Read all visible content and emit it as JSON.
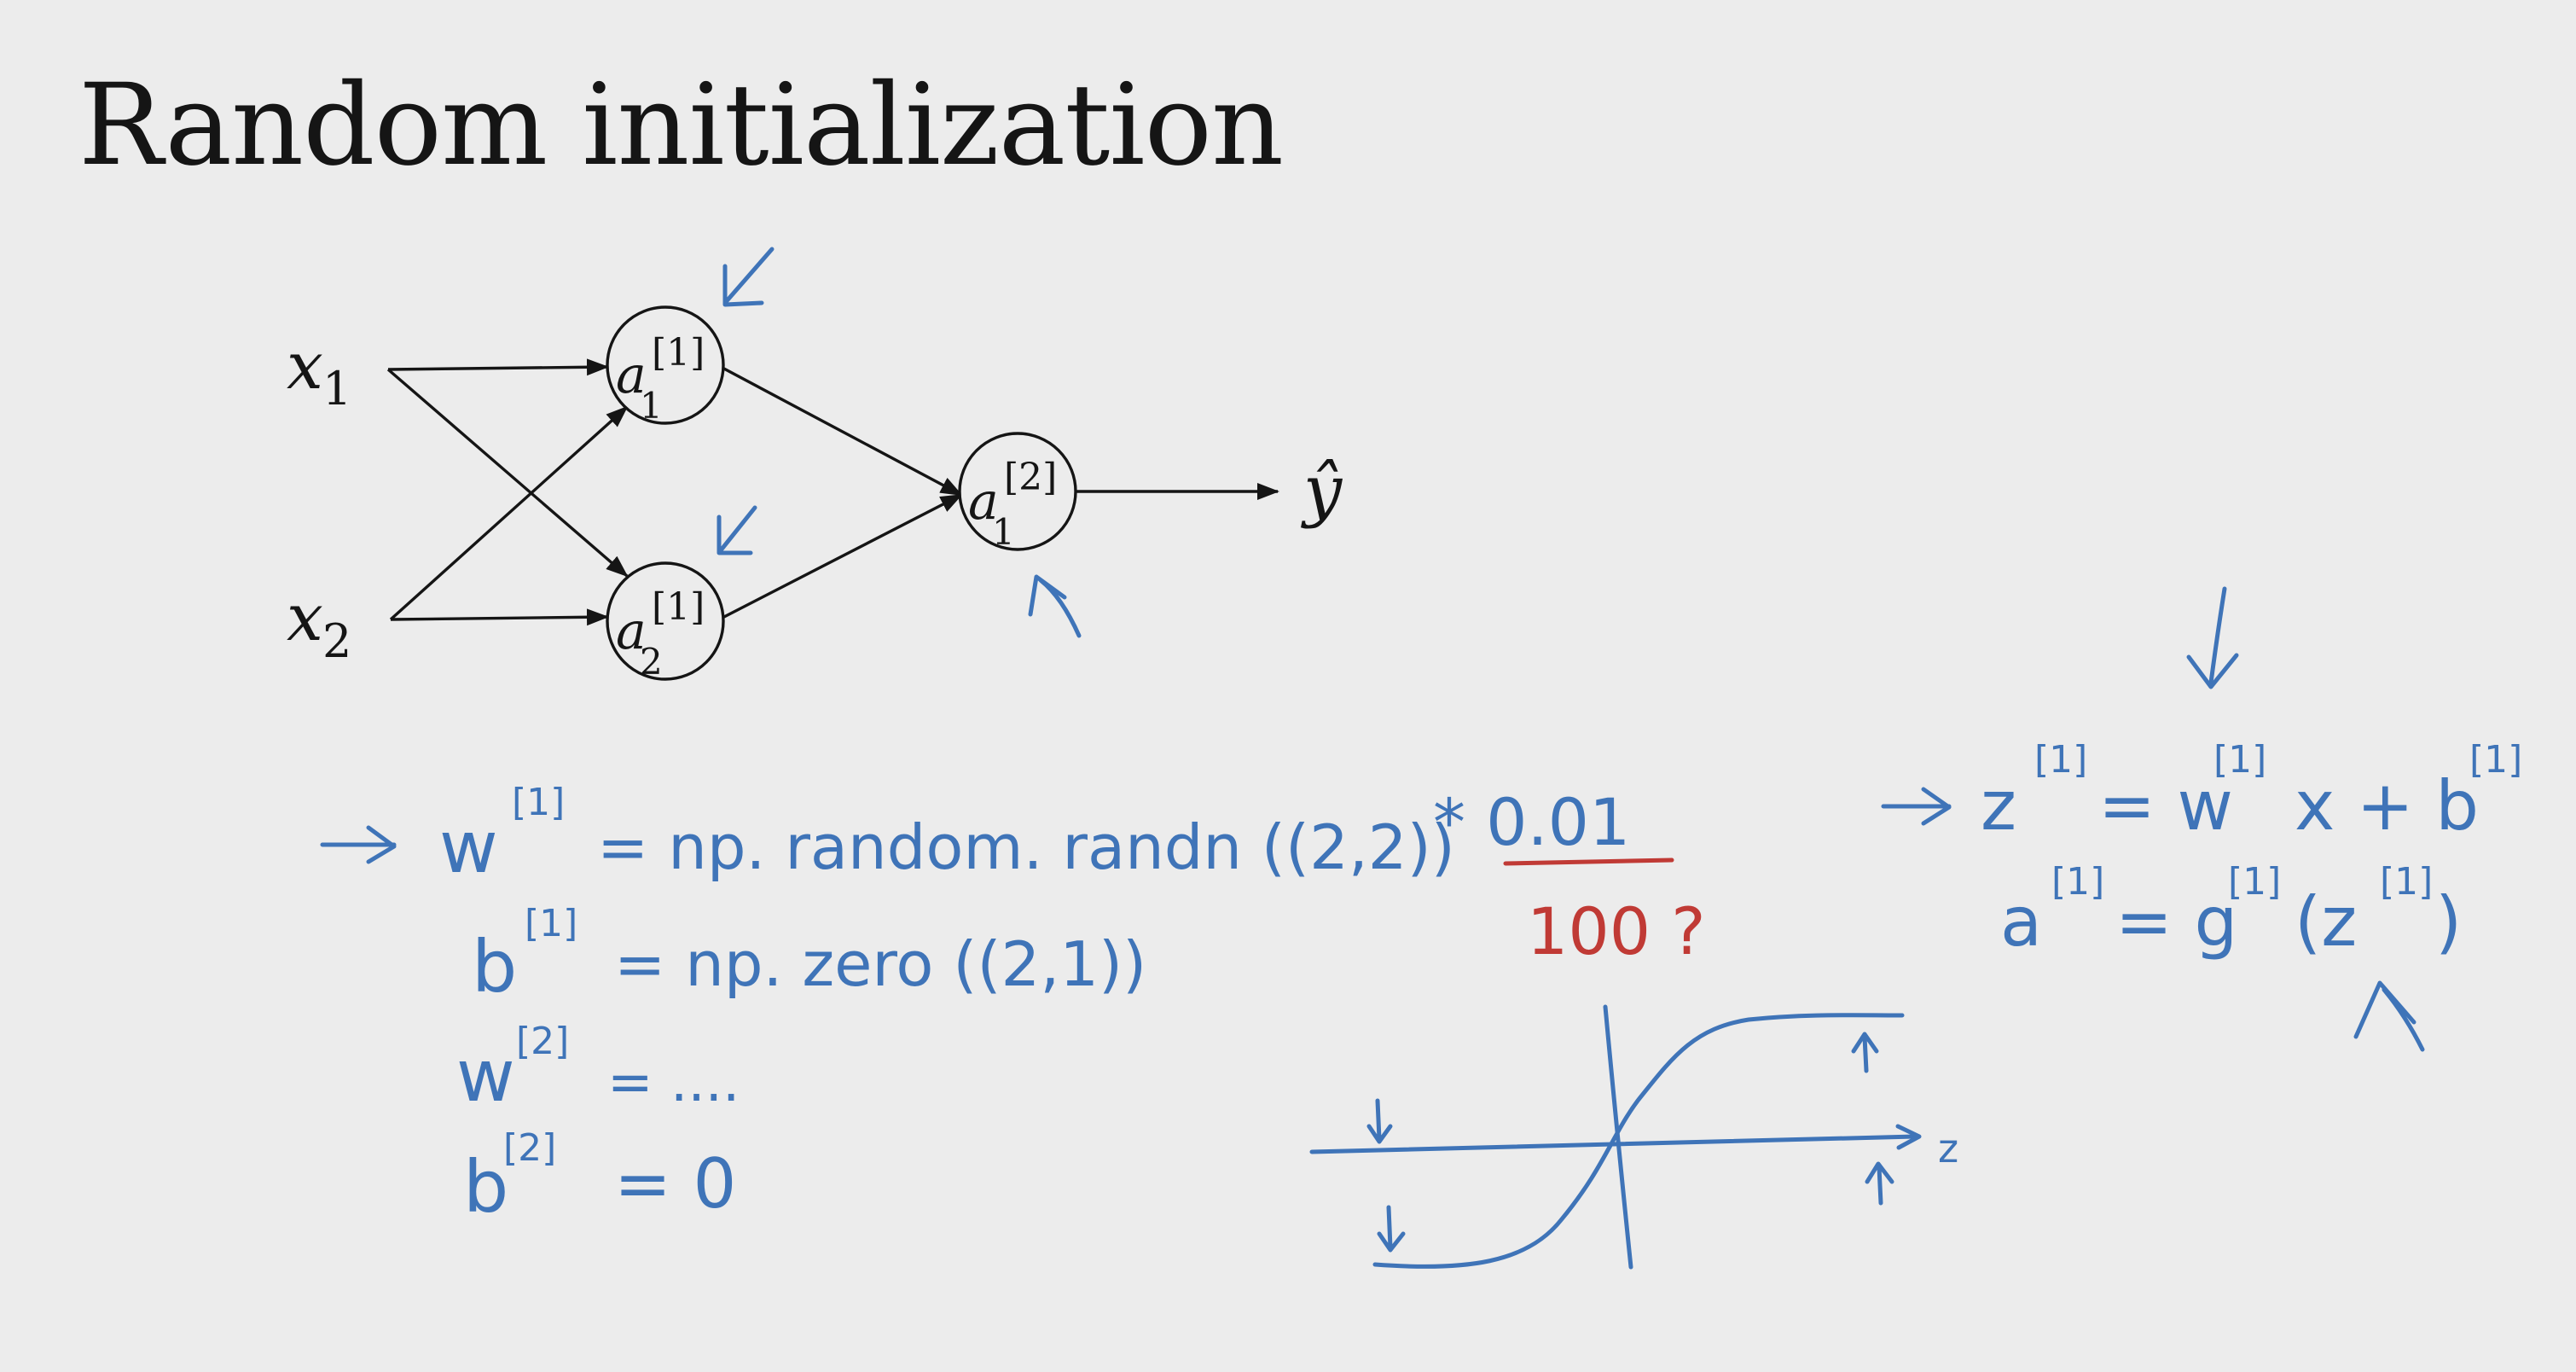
{
  "slide": {
    "title": "Random initialization"
  },
  "network": {
    "inputs": [
      {
        "var": "x",
        "sub": "1"
      },
      {
        "var": "x",
        "sub": "2"
      }
    ],
    "hidden_units": [
      {
        "var": "a",
        "sub": "1",
        "sup": "[1]"
      },
      {
        "var": "a",
        "sub": "2",
        "sup": "[1]"
      }
    ],
    "output_unit": {
      "var": "a",
      "sub": "1",
      "sup": "[2]"
    },
    "prediction": "ŷ"
  },
  "handwritten_notes": {
    "init_code": [
      {
        "lhs": "w",
        "sup": "[1]",
        "rhs": "= np. random. randn ((2,2))"
      },
      {
        "lhs": "b",
        "sup": "[1]",
        "rhs": "= np. zero ((2,1))"
      },
      {
        "lhs": "w",
        "sup": "[2]",
        "rhs": "= ...."
      },
      {
        "lhs": "b",
        "sup": "[2]",
        "rhs": "= 0"
      }
    ],
    "scale_factor": "* 0.01",
    "alternative_scale": "100 ?",
    "forward_eqs": [
      {
        "lhs": "z",
        "sup": "[1]",
        "rhs": "= w",
        "rhs_sup": "[1]",
        "tail": "x + b",
        "tail_sup": "[1]"
      },
      {
        "lhs": "a",
        "sup": "[1]",
        "rhs": "= g",
        "rhs_sup": "[1]",
        "tail": "(z",
        "tail_sup": "[1]",
        "close": ")"
      }
    ],
    "activation_axis_label": "z"
  },
  "colors": {
    "background": "#ececec",
    "text": "#151515",
    "ink_blue": "#3f74b8",
    "ink_red": "#c03a35"
  }
}
